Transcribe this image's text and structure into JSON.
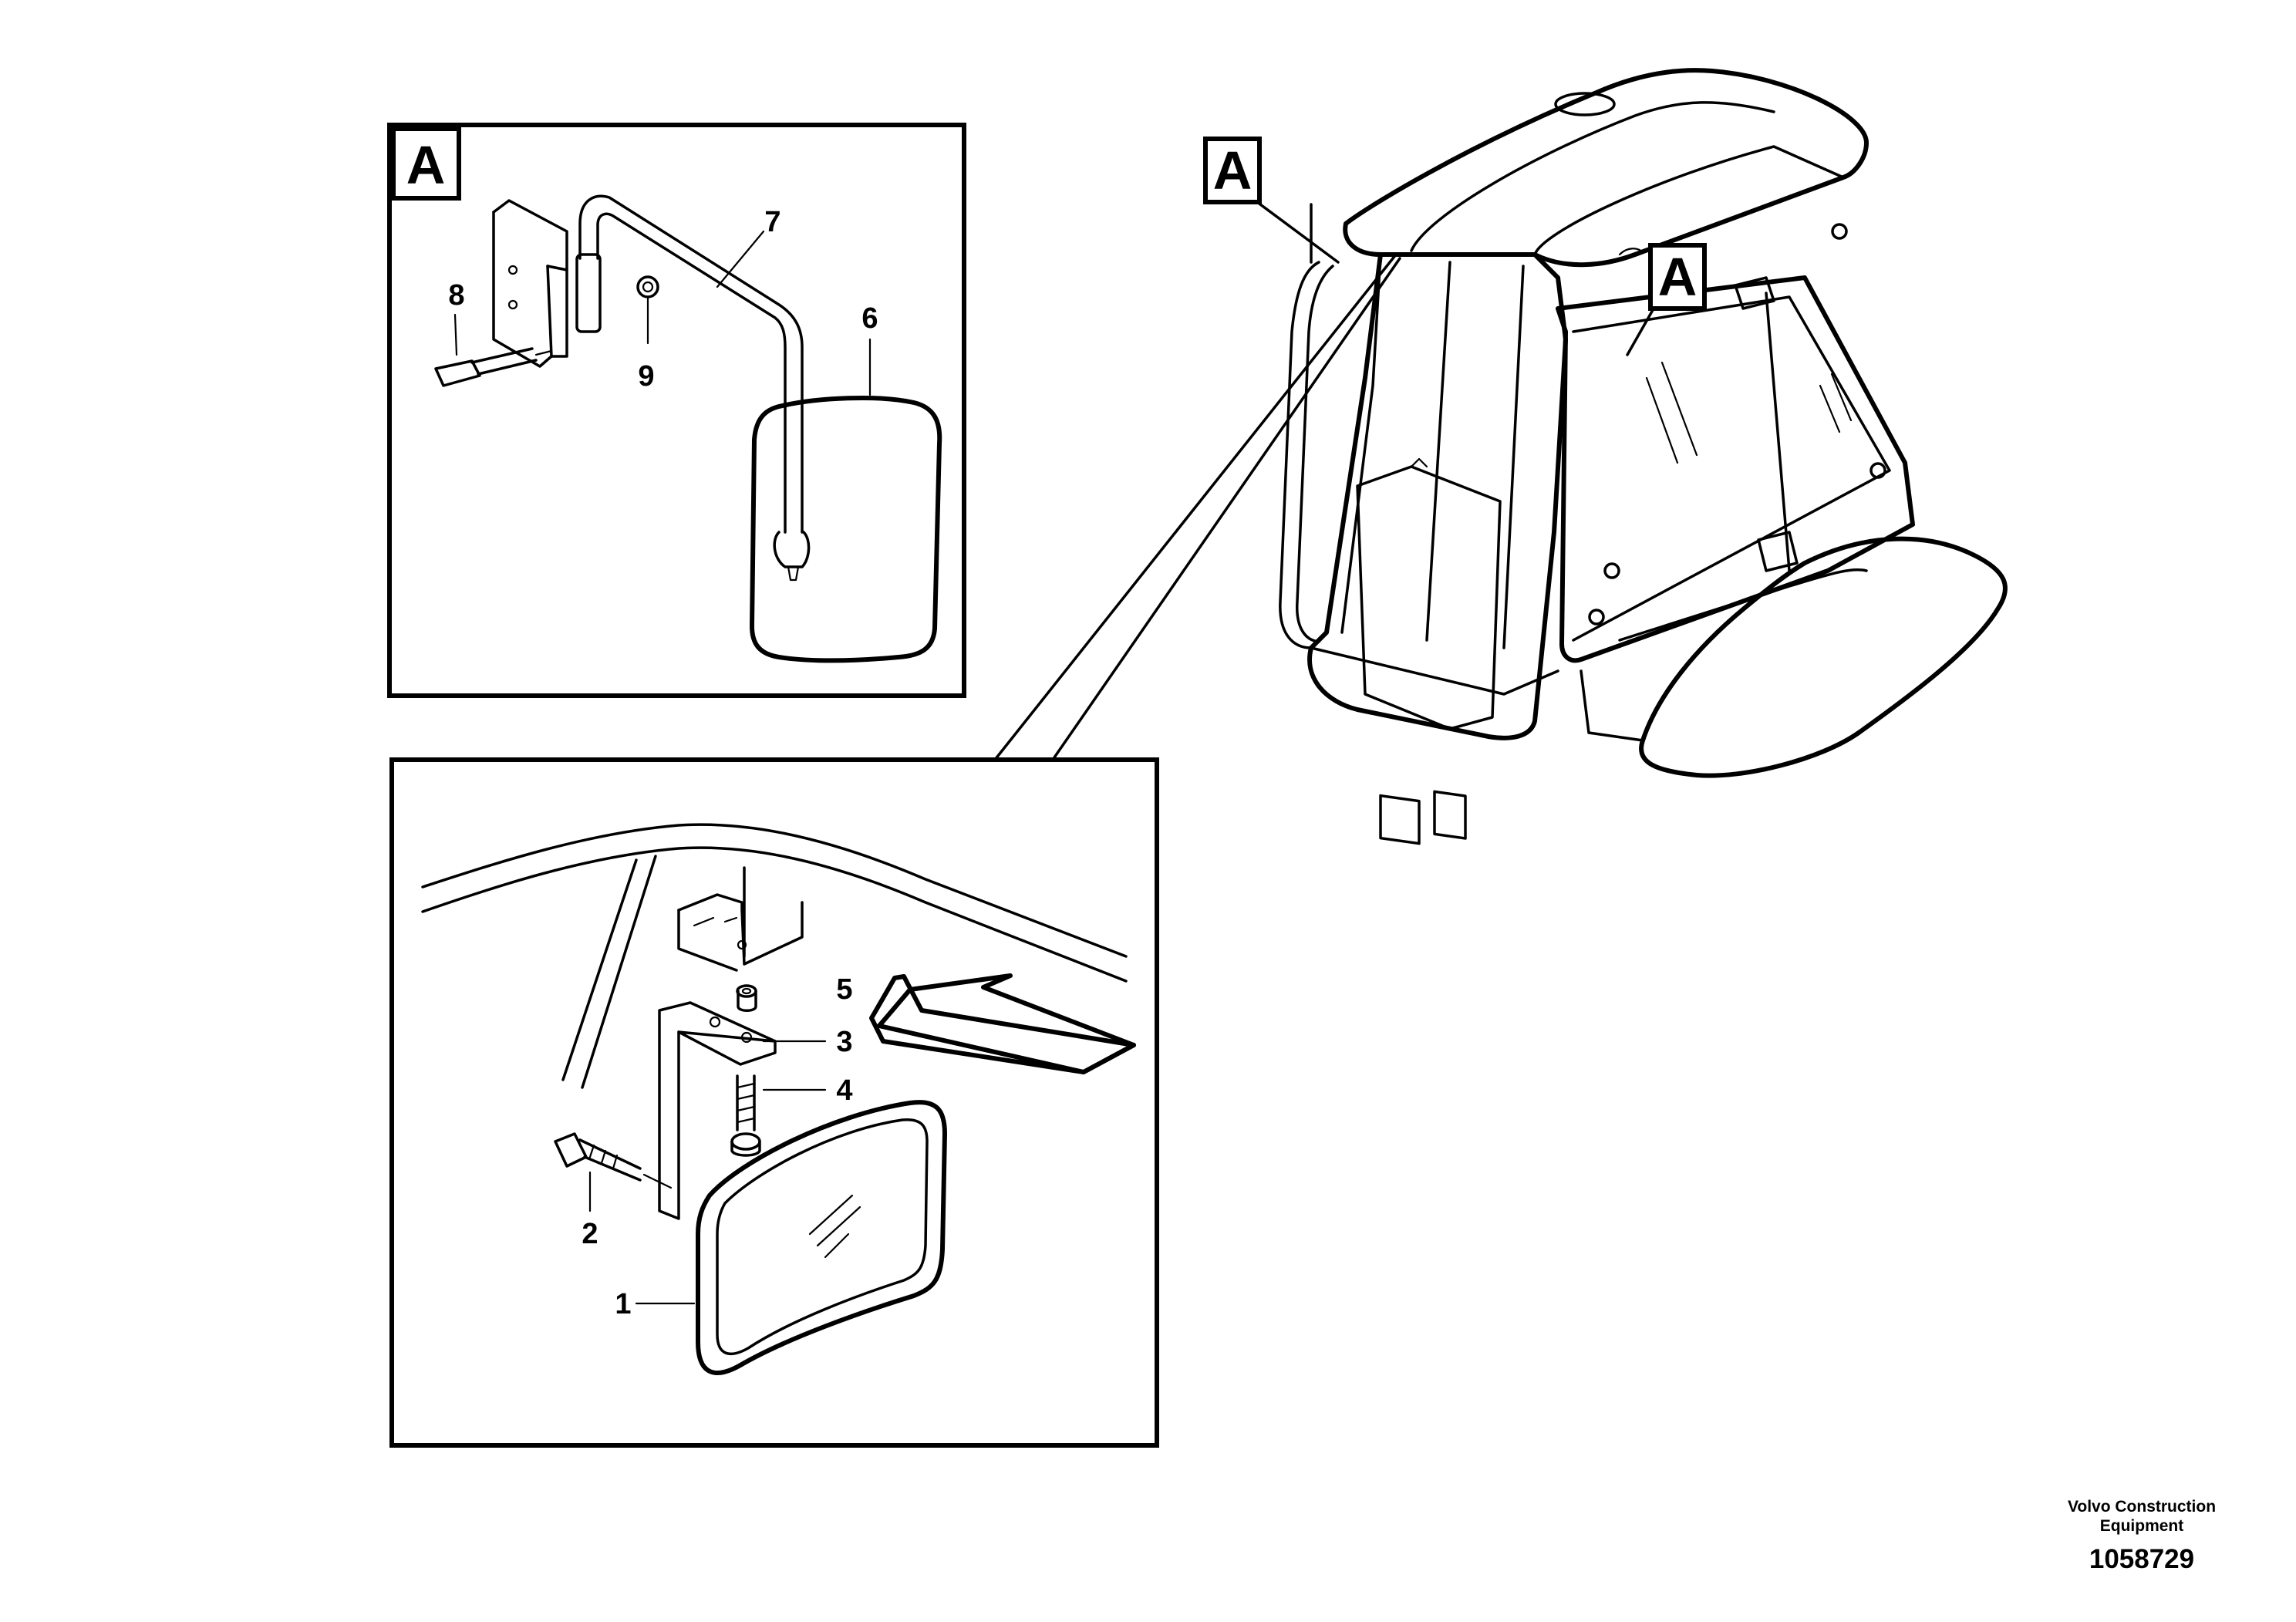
{
  "detail_tags": {
    "inset_top": "A",
    "cab_left": "A",
    "cab_right": "A"
  },
  "callouts": {
    "c1": "1",
    "c2": "2",
    "c3": "3",
    "c4": "4",
    "c5": "5",
    "c6": "6",
    "c7": "7",
    "c8": "8",
    "c9": "9"
  },
  "footer": {
    "credit_line1": "Volvo Construction",
    "credit_line2": "Equipment",
    "document_number": "1058729"
  }
}
